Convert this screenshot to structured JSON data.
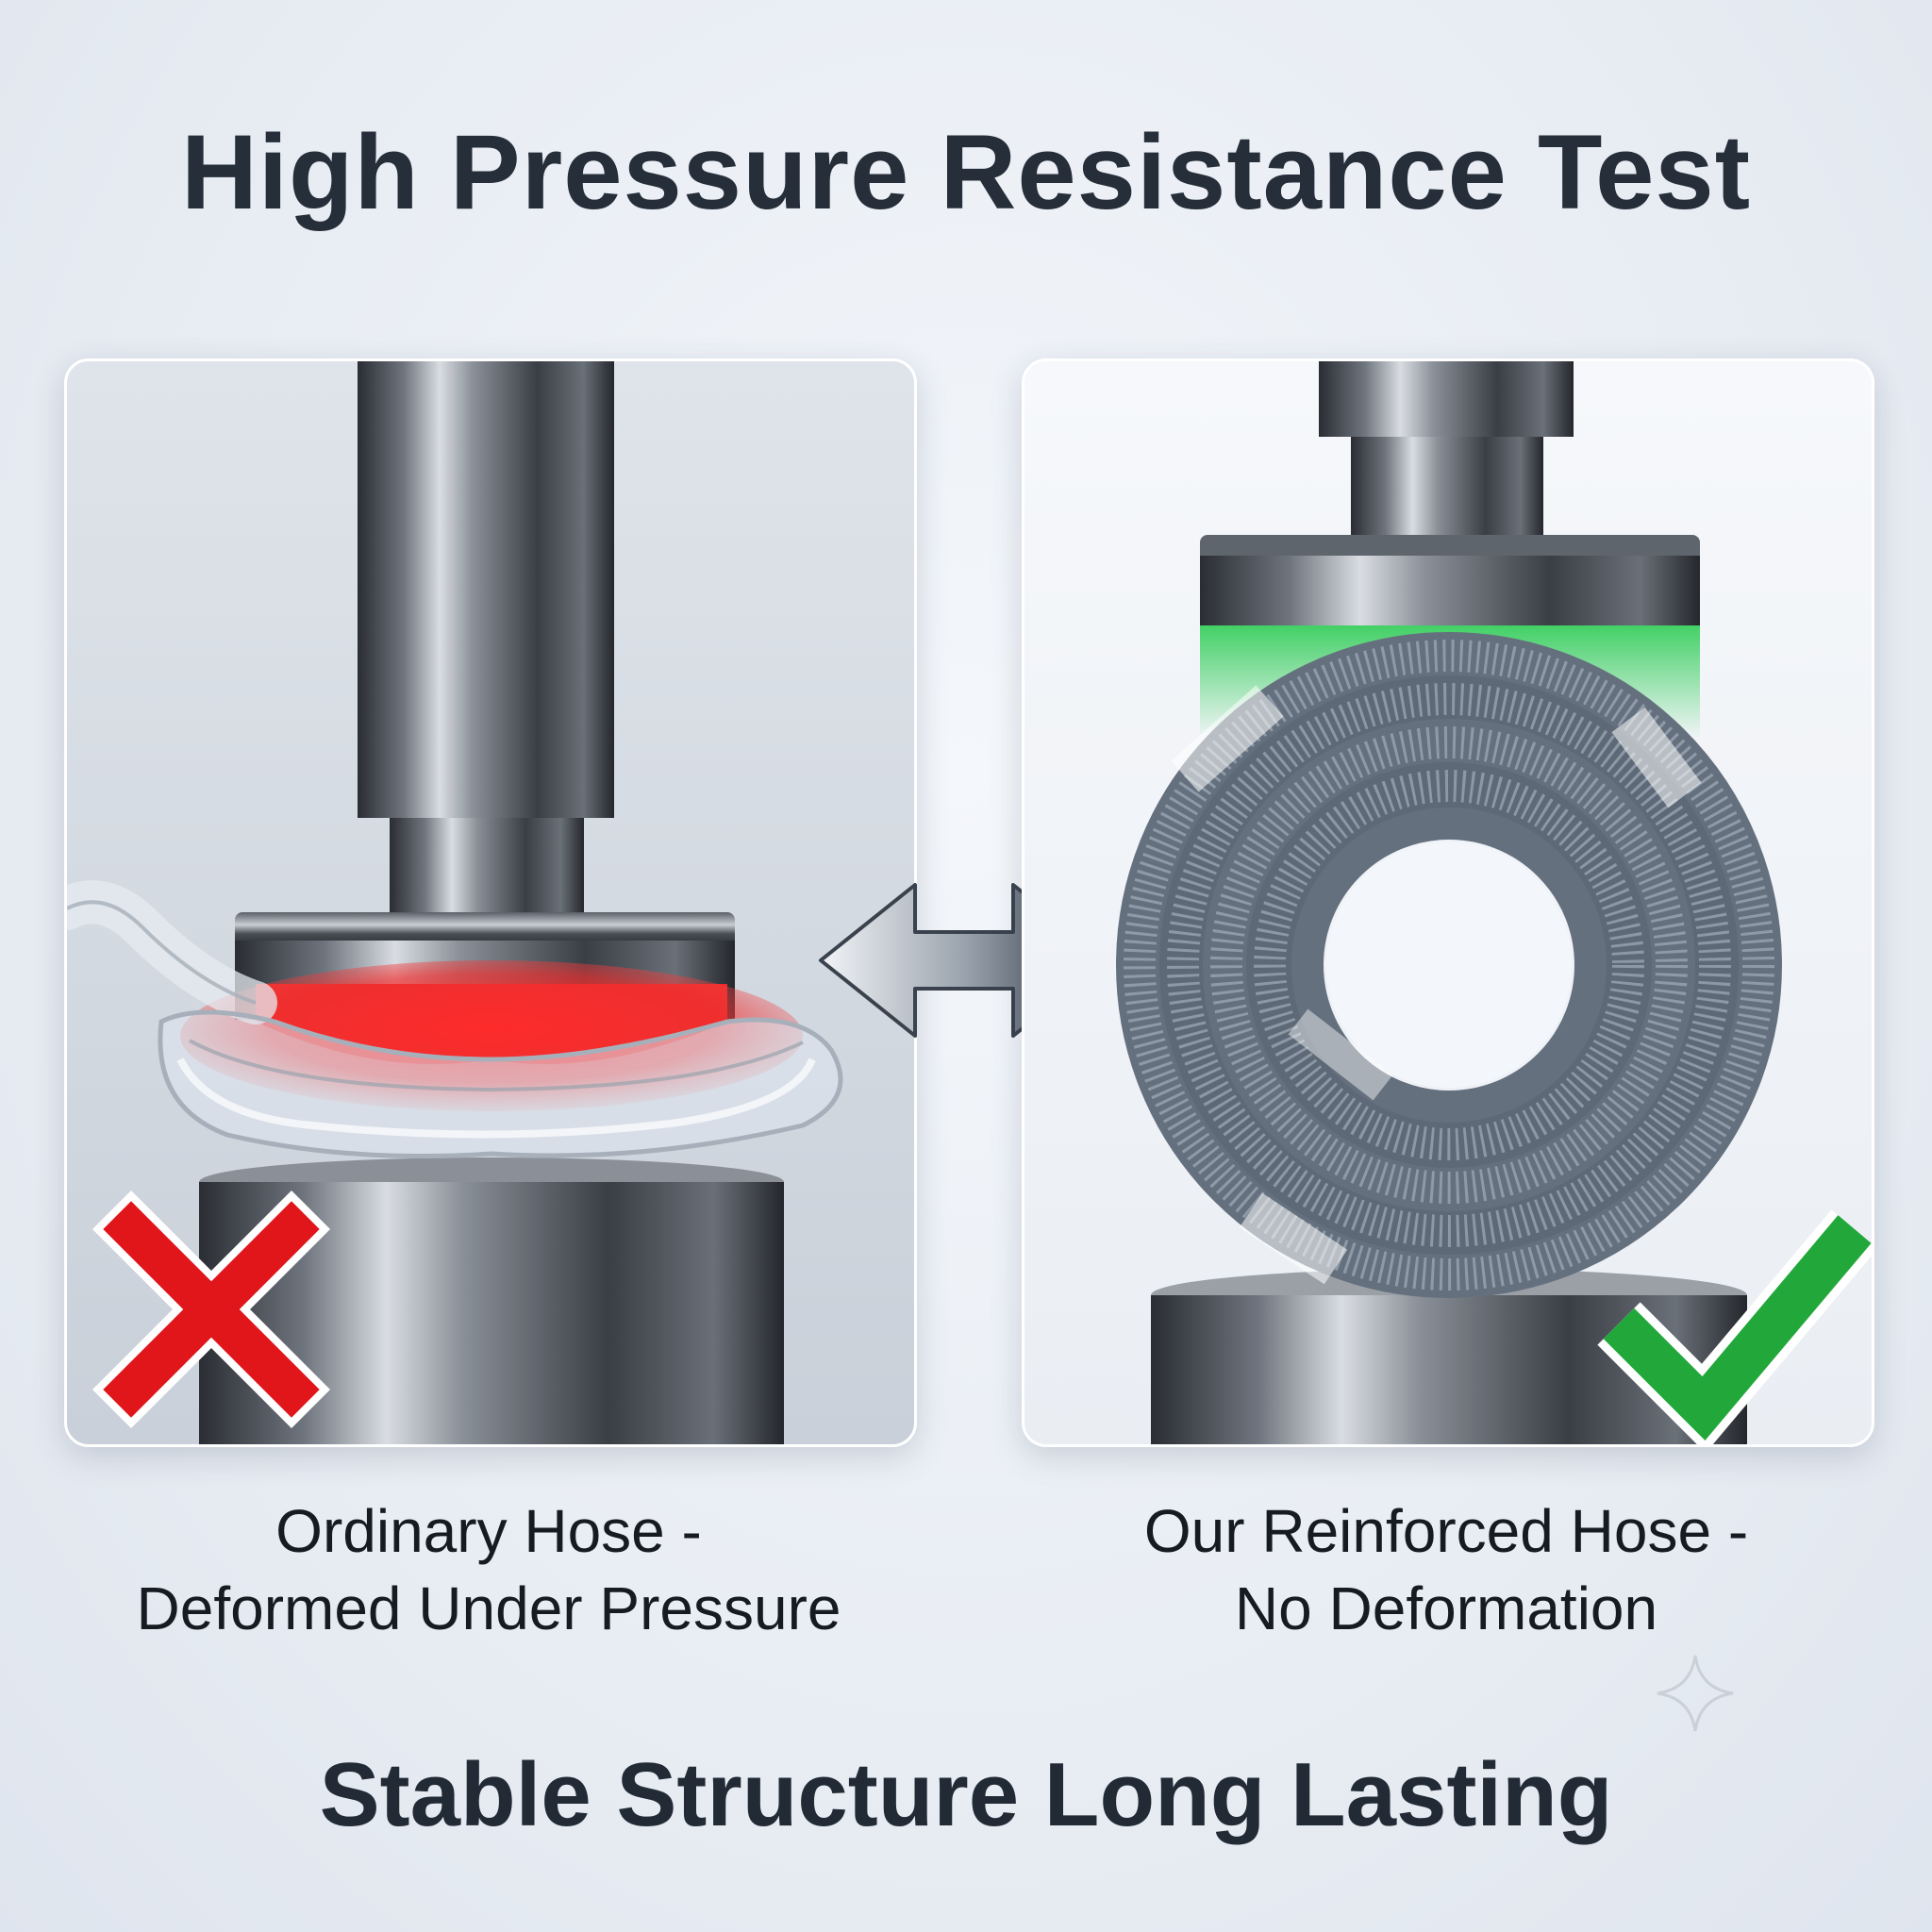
{
  "title": "High Pressure Resistance Test",
  "left_panel": {
    "caption_line1": "Ordinary Hose -",
    "caption_line2": "Deformed Under Pressure",
    "result_icon": "cross-icon",
    "result_color": "#e0161b",
    "highlight_color": "#ee2a2a"
  },
  "right_panel": {
    "caption_line1": "Our Reinforced Hose -",
    "caption_line2": "No Deformation",
    "result_icon": "check-icon",
    "result_color": "#22a83a",
    "highlight_color": "#2ecc55"
  },
  "comparison_icon": "double-arrow-icon",
  "tagline": "Stable Structure Long Lasting"
}
